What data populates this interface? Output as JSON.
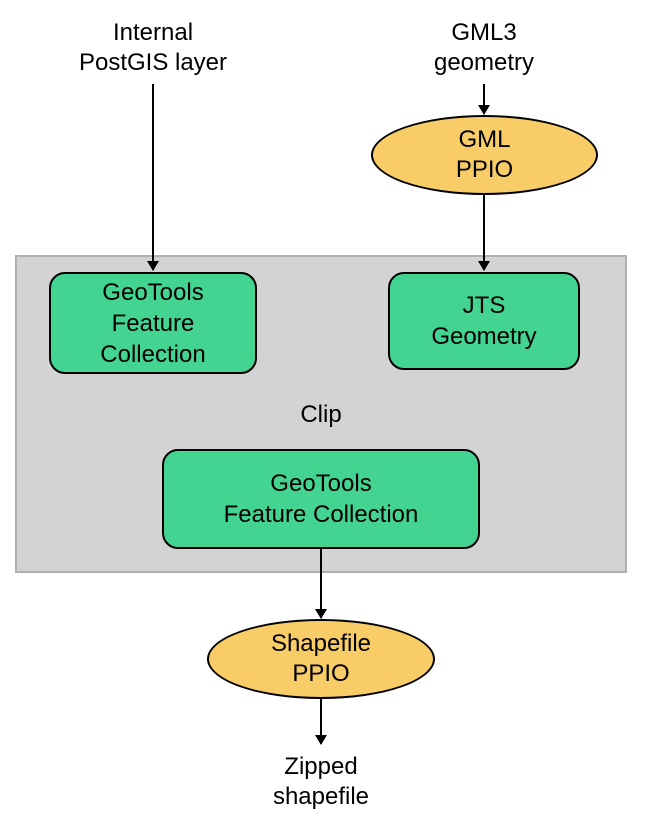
{
  "inputs": {
    "postgis": {
      "line1": "Internal",
      "line2": "PostGIS layer"
    },
    "gml3": {
      "line1": "GML3",
      "line2": "geometry"
    }
  },
  "ppio_gml": {
    "line1": "GML",
    "line2": "PPIO"
  },
  "clip": {
    "title": "Clip",
    "feature_in": {
      "line1": "GeoTools",
      "line2": "Feature",
      "line3": "Collection"
    },
    "jts": {
      "line1": "JTS",
      "line2": "Geometry"
    },
    "feature_out": {
      "line1": "GeoTools",
      "line2": "Feature Collection"
    }
  },
  "ppio_shapefile": {
    "line1": "Shapefile",
    "line2": "PPIO"
  },
  "output": {
    "line1": "Zipped",
    "line2": "shapefile"
  },
  "colors": {
    "process_box": "#44d492",
    "ppio_ellipse": "#f8cd67",
    "clip_panel": "#d3d3d3"
  }
}
